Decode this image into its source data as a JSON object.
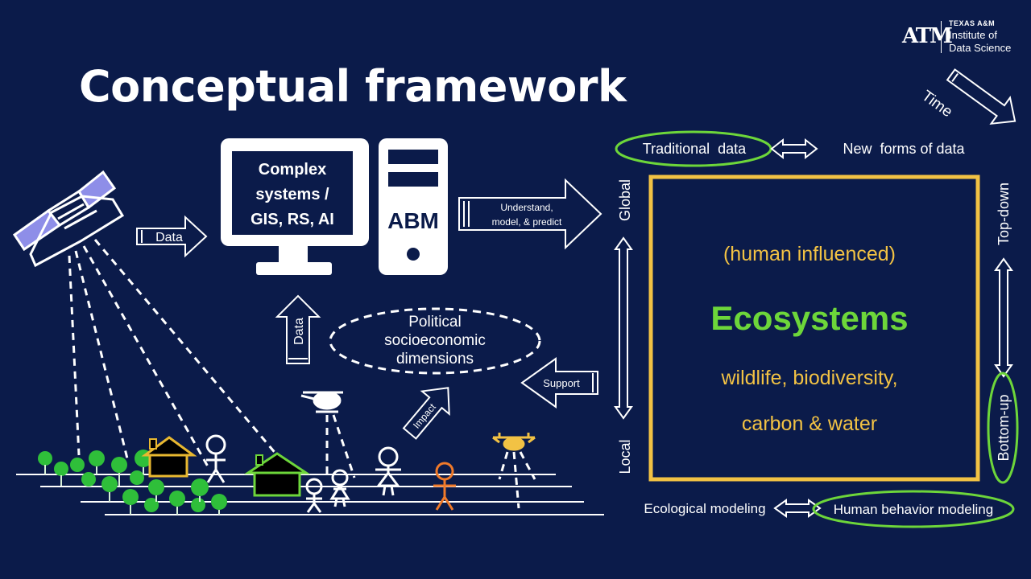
{
  "slide": {
    "title": "Conceptual framework",
    "logo": {
      "mark": "ATM",
      "line1": "TEXAS A&M",
      "line2": "Institute of",
      "line3": "Data Science"
    }
  },
  "diagram": {
    "monitor_lines": [
      "Complex",
      "systems /",
      "GIS, RS, AI"
    ],
    "server_label": "ABM",
    "arrow_data_right": "Data",
    "arrow_data_up": "Data",
    "arrow_understand": [
      "Understand,",
      "model, & predict"
    ],
    "arrow_support": "Support",
    "arrow_impact": "Impact",
    "political_lines": [
      "Political",
      "socioeconomic",
      "dimensions"
    ],
    "time_label": "Time",
    "traditional_data": "Traditional  data",
    "new_data": "New  forms of data",
    "global_label": "Global",
    "local_label": "Local",
    "top_down": "Top-down",
    "bottom_up": "Bottom-up",
    "ecological_modeling": "Ecological modeling",
    "human_behavior_modeling": "Human behavior modeling",
    "ecosystem": {
      "subtitle": "(human influenced)",
      "title": "Ecosystems",
      "line1": "wildlife, biodiversity,",
      "line2": "carbon & water"
    }
  },
  "colors": {
    "background": "#0b1b4a",
    "ecosystem_border": "#f2c244",
    "highlight_ellipse": "#6dd63a",
    "house_yellow": "#e8b830",
    "house_green": "#6dd63a",
    "tree_green": "#2fbf3a",
    "person_orange": "#f07a2a",
    "drone_yellow": "#f2c244"
  }
}
